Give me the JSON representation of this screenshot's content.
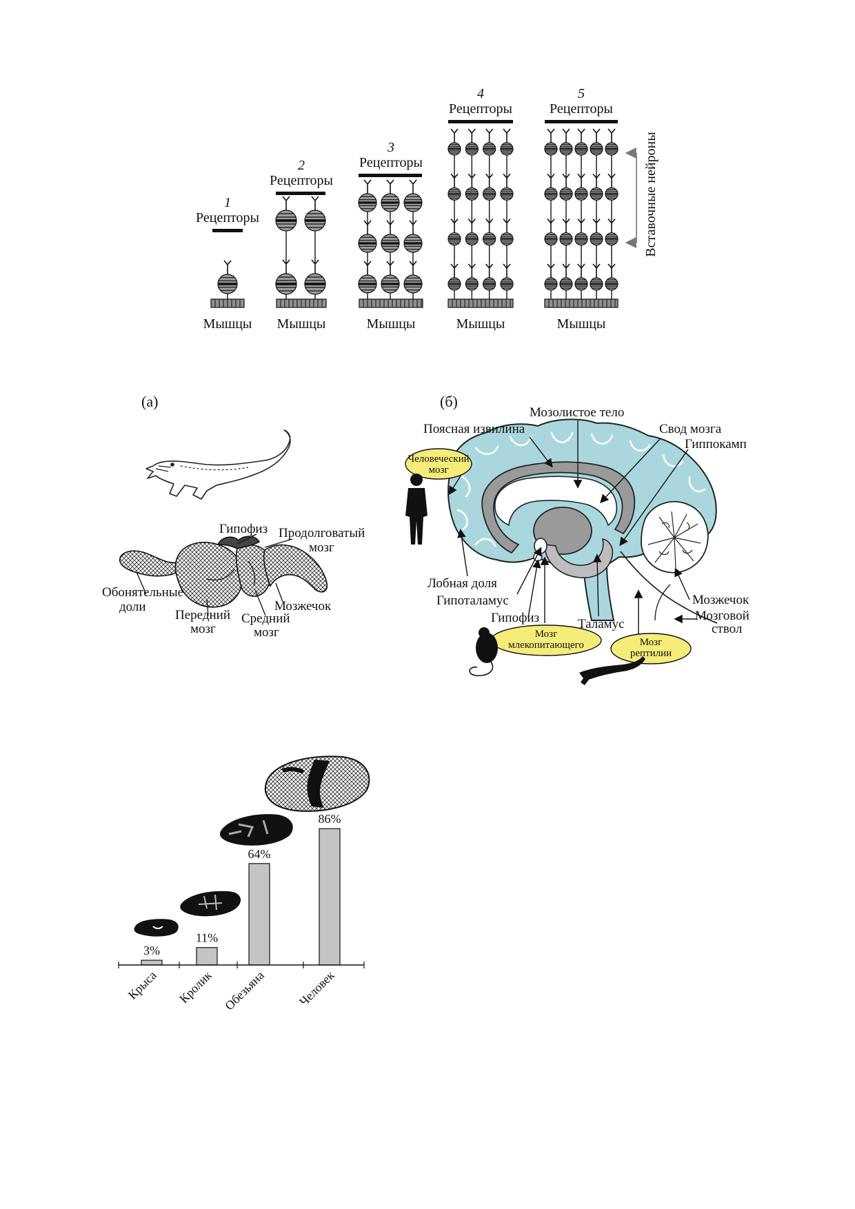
{
  "fig1": {
    "receptors_label": "Рецепторы",
    "muscles_label": "Мышцы",
    "interneurons_label": "Вставочные нейроны",
    "stages": [
      {
        "number": "1",
        "columns": 1,
        "rows": 1
      },
      {
        "number": "2",
        "columns": 2,
        "rows": 2
      },
      {
        "number": "3",
        "columns": 3,
        "rows": 3
      },
      {
        "number": "4",
        "columns": 4,
        "rows": 4
      },
      {
        "number": "5",
        "columns": 5,
        "rows": 4
      }
    ]
  },
  "fig2a": {
    "letter": "(а)",
    "labels": {
      "pituitary": "Гипофиз",
      "medulla_1": "Продолговатый",
      "medulla_2": "мозг",
      "olfactory_1": "Обонятельные",
      "olfactory_2": "доли",
      "forebrain_1": "Передний",
      "forebrain_2": "мозг",
      "midbrain_1": "Средний",
      "midbrain_2": "мозг",
      "cerebellum": "Мозжечок"
    }
  },
  "fig2b": {
    "letter": "(б)",
    "labels": {
      "corpus_callosum": "Мозолистое тело",
      "cingulate": "Поясная извилина",
      "fornix": "Свод мозга",
      "hippocampus": "Гиппокамп",
      "frontal": "Лобная доля",
      "hypothalamus": "Гипоталамус",
      "pituitary": "Гипофиз",
      "thalamus": "Таламус",
      "cerebellum": "Мозжечок",
      "brainstem_1": "Мозговой",
      "brainstem_2": "ствол"
    },
    "bubbles": {
      "human_1": "Человеческий",
      "human_2": "мозг",
      "mammal_1": "Мозг",
      "mammal_2": "млекопитающего",
      "reptile_1": "Мозг",
      "reptile_2": "рептилии"
    },
    "colors": {
      "cortex": "#a9d7dd",
      "limbic": "#9a9a9a",
      "bubble": "#f6ec7a"
    }
  },
  "chart_data": {
    "type": "bar",
    "categories": [
      "Крыса",
      "Кролик",
      "Обезьяна",
      "Человек"
    ],
    "values": [
      3,
      11,
      64,
      86
    ],
    "value_labels": [
      "3%",
      "11%",
      "64%",
      "86%"
    ],
    "ylim": [
      0,
      100
    ],
    "bar_color": "#c4c4c4"
  }
}
